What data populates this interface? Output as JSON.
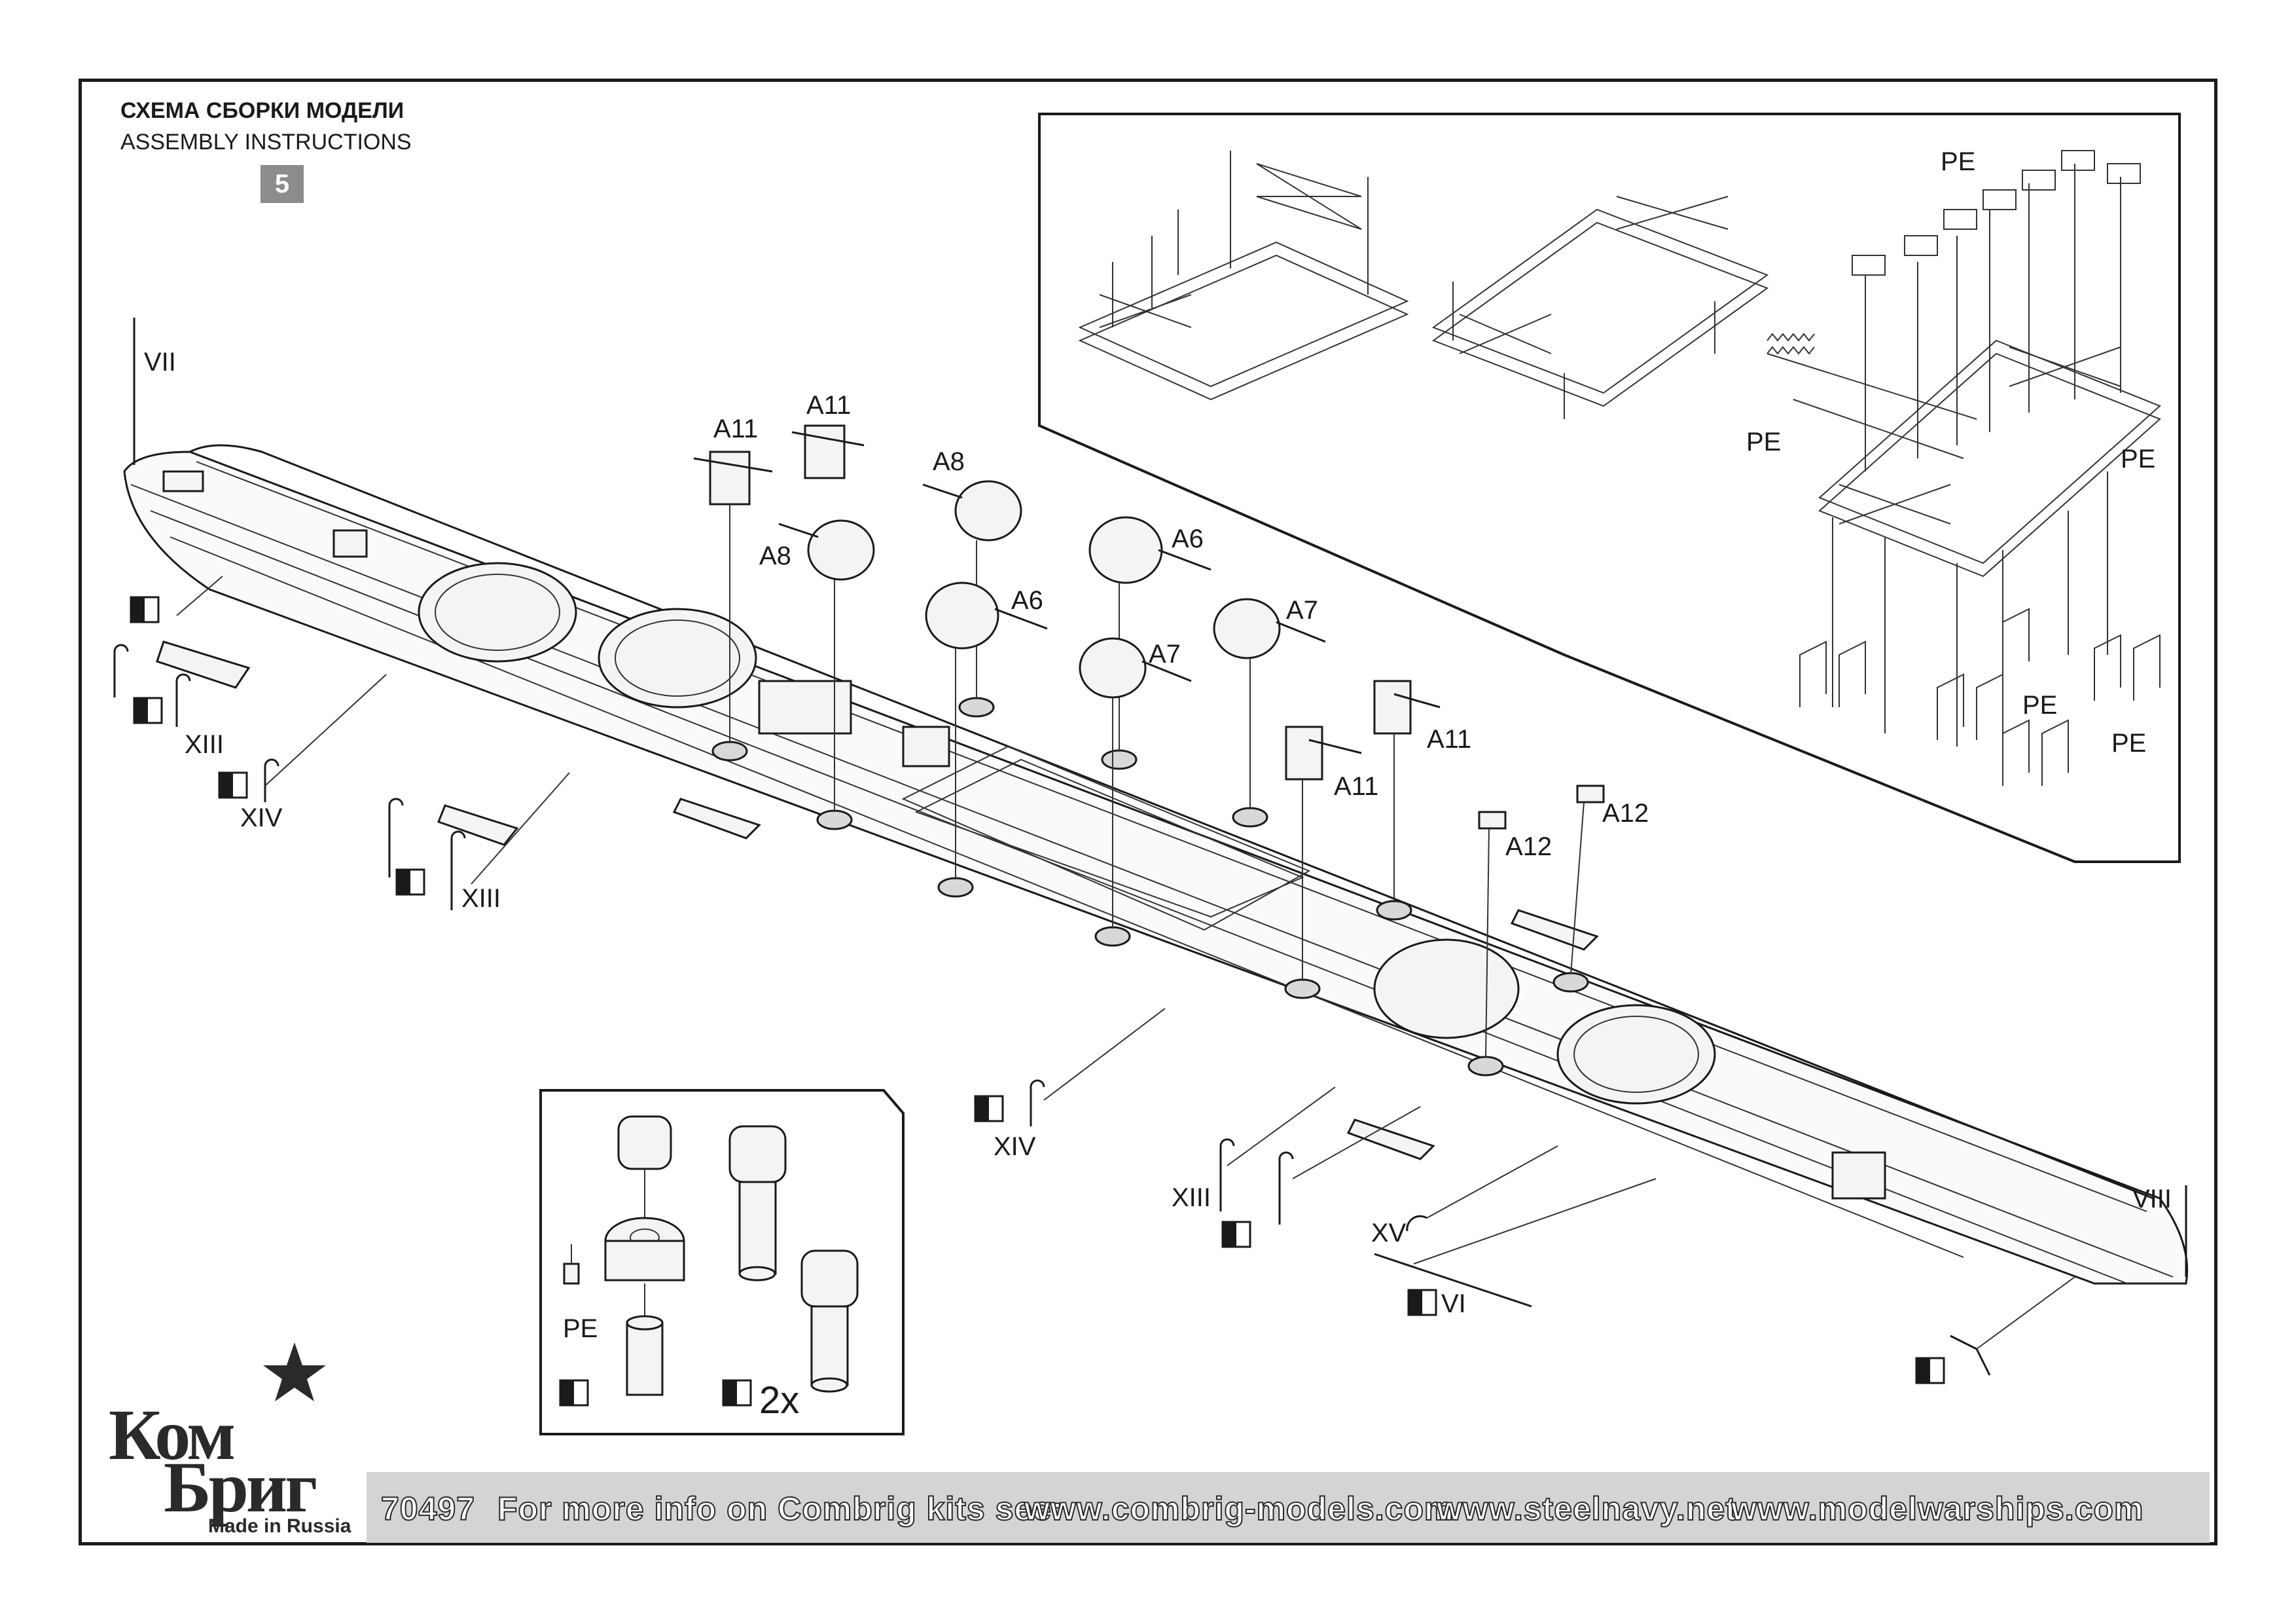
{
  "header": {
    "title_ru": "СХЕМА СБОРКИ МОДЕЛИ",
    "title_en": "ASSEMBLY INSTRUCTIONS",
    "step": "5"
  },
  "logo": {
    "line1": "Ком",
    "line2": "Бриг",
    "tagline": "Made in Russia"
  },
  "footer": {
    "kit_number": "70497",
    "info_text": "For more info on Combrig kits see:",
    "url1": "www.combrig-models.com",
    "url2": "www.steelnavy.net",
    "url3": "www.modelwarships.com"
  },
  "labels": {
    "vii": "VII",
    "viii": "VIII",
    "xiii": "XIII",
    "xiv": "XIV",
    "xv": "XV",
    "vi": "VI",
    "a6": "A6",
    "a7": "A7",
    "a8": "A8",
    "a11": "A11",
    "a12": "A12",
    "pe": "PE",
    "x2": "2x"
  },
  "colors": {
    "ink": "#1a1a1a",
    "footer_band": "#d4d4d4",
    "step_badge": "#8c8c8c"
  }
}
